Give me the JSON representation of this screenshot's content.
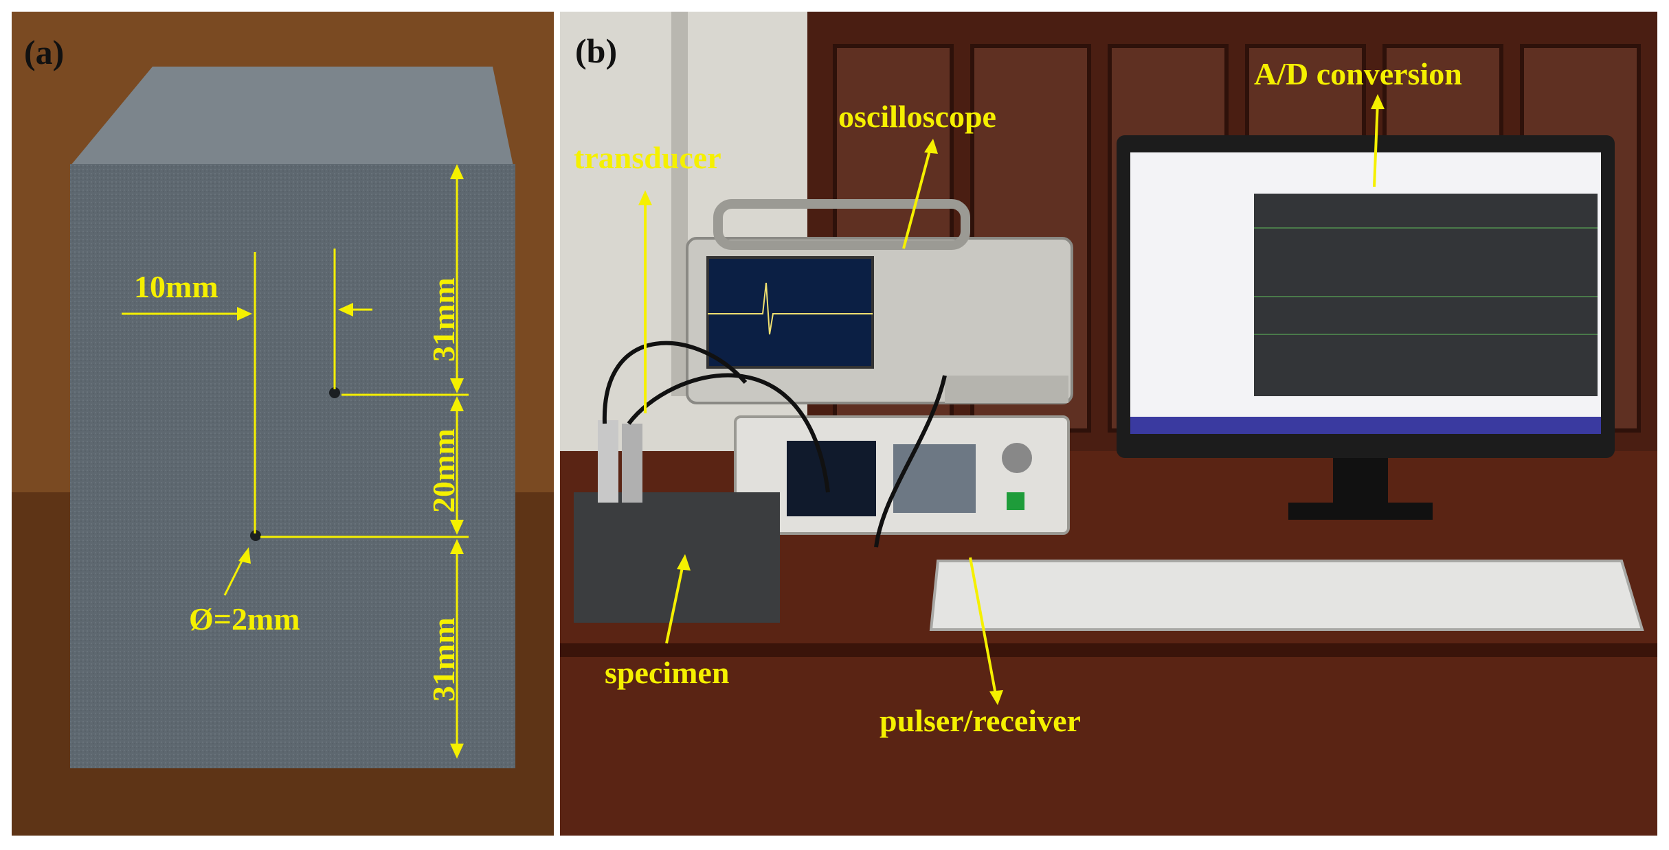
{
  "panels": {
    "a": {
      "letter": "(a)",
      "labels": {
        "left_offset": "10mm",
        "top_length": "31mm",
        "middle_length": "20mm",
        "bottom_length": "31mm",
        "diameter": "Ø=2mm"
      }
    },
    "b": {
      "letter": "(b)",
      "labels": {
        "transducer": "transducer",
        "oscilloscope": "oscilloscope",
        "ad_conversion": "A/D conversion",
        "specimen": "specimen",
        "pulser_receiver": "pulser/receiver"
      }
    }
  },
  "colors": {
    "annotation": "#f5f000",
    "panel_letter": "#111111",
    "specimen_face": "#5c6670",
    "table_wood": "#5a2414",
    "cabinet": "#4a1e12"
  }
}
